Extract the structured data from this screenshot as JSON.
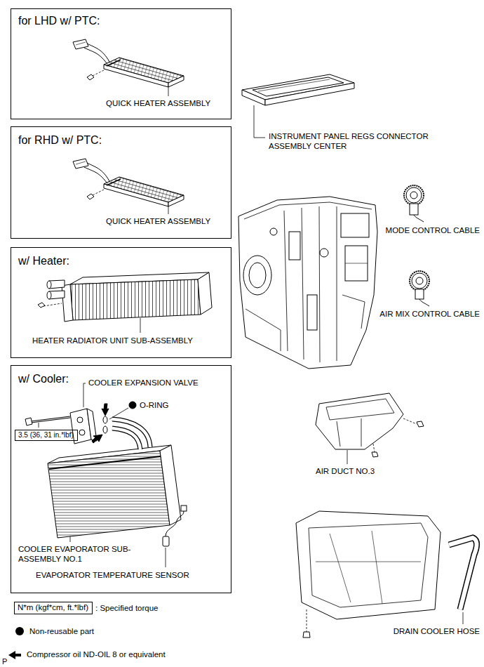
{
  "diagram": {
    "nodes": [
      {
        "text": [
          "for LHD w/ PTC:",
          "QUICK HEATER ASSEMBLY"
        ]
      },
      {
        "text": [
          "for RHD w/ PTC:",
          "QUICK HEATER ASSEMBLY"
        ]
      },
      {
        "text": [
          "w/ Heater:",
          "HEATER RADIATOR UNIT SUB-ASSEMBLY"
        ]
      },
      {
        "text": [
          "w/ Cooler:",
          "COOLER EXPANSION VALVE",
          "O-RING",
          "COOLER EVAPORATOR SUB-ASSEMBLY NO.1",
          "EVAPORATOR TEMPERATURE SENSOR"
        ]
      },
      {
        "text": [
          "3.5 (36, 31 in.*lbf)"
        ],
        "in": 3
      },
      {
        "text": [
          "N*m (kgf*cm, ft.*lbf)"
        ]
      }
    ],
    "labels": [
      "INSTRUMENT PANEL REGS CONNECTOR ASSEMBLY CENTER",
      "MODE CONTROL CABLE",
      "AIR MIX CONTROL CABLE",
      "AIR DUCT NO.3",
      "DRAIN COOLER HOSE",
      "P"
    ],
    "legend": [
      {
        "text": ": Specified torque"
      },
      {
        "text": "Non-reusable part",
        "color": "#000000"
      },
      {
        "text": "Compressor oil ND-OIL 8 or equivalent"
      }
    ]
  }
}
